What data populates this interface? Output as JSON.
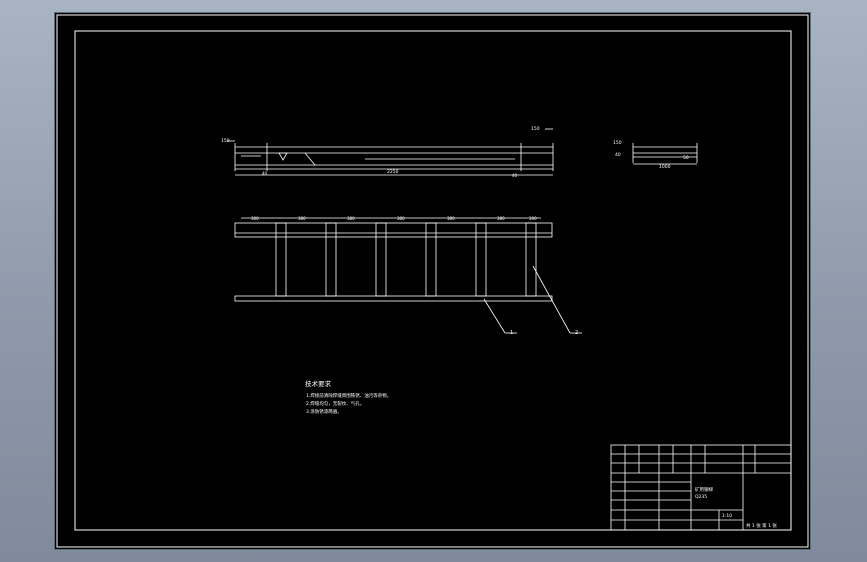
{
  "drawing": {
    "dimensions": {
      "top_view_total": "2250",
      "top_view_left_height": "150",
      "top_view_right_height": "150",
      "top_view_left_offset": "40",
      "top_view_right_offset": "40",
      "side_view_height": "150",
      "side_view_width": "1000",
      "side_view_thickness": "50",
      "side_view_offset": "40",
      "bay_widths": [
        "300",
        "380",
        "380",
        "380",
        "380",
        "380",
        "100"
      ]
    },
    "balloons": [
      "1",
      "2"
    ],
    "notes": {
      "title": "技术要求",
      "lines": [
        "1.焊接前清除焊缝周围铁锈、油污等杂物。",
        "2.焊缝均匀，无裂纹、气孔。",
        "3.涂防锈漆两遍。"
      ]
    }
  },
  "title_block": {
    "part_name": "矿用钢梯",
    "material": "Q235",
    "scale": "1:10",
    "sheet": "共 1 张 第 1 张"
  }
}
